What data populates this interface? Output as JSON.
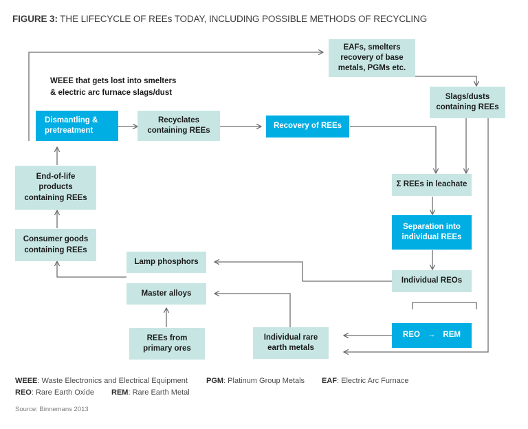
{
  "figure": {
    "number": "FIGURE 3:",
    "title": "THE LIFECYCLE OF REEs TODAY, INCLUDING POSSIBLE METHODS OF RECYCLING"
  },
  "colors": {
    "accent_blue": "#00aee4",
    "node_teal": "#c7e6e3",
    "connector_gray": "#6d6e71",
    "text_dark": "#1b1b1b"
  },
  "annotation": {
    "weee_note": "WEEE that gets lost into smelters\n& electric arc furnace slags/dust"
  },
  "nodes": {
    "dismantling": {
      "line1": "Dismantling &",
      "line2": "pretreatment"
    },
    "recyclates": {
      "line1": "Recyclates",
      "line2": "containing REEs"
    },
    "recovery": {
      "line1": "Recovery of REEs"
    },
    "eafs": {
      "line1": "EAFs, smelters",
      "line2": "recovery of base",
      "line3": "metals, PGMs etc."
    },
    "slags": {
      "line1": "Slags/dusts",
      "line2": "containing REEs"
    },
    "leachate": {
      "line1": "Σ REEs in leachate"
    },
    "separation": {
      "line1": "Separation into",
      "line2": "individual REEs"
    },
    "individual_reos": {
      "line1": "Individual REOs"
    },
    "reo_rem": {
      "left": "REO",
      "arrow": "→",
      "right": "REM"
    },
    "individual_rem": {
      "line1": "Individual rare",
      "line2": "earth metals"
    },
    "lamp_phosphors": {
      "line1": "Lamp phosphors"
    },
    "master_alloys": {
      "line1": "Master alloys"
    },
    "primary_ores": {
      "line1": "REEs from",
      "line2": "primary ores"
    },
    "end_of_life": {
      "line1": "End-of-life",
      "line2": "products",
      "line3": "containing REEs"
    },
    "consumer_goods": {
      "line1": "Consumer goods",
      "line2": "containing REEs"
    }
  },
  "legend": {
    "weee_abbr": "WEEE",
    "weee_def": ": Waste Electronics and Electrical Equipment",
    "pgm_abbr": "PGM",
    "pgm_def": ": Platinum Group Metals",
    "eaf_abbr": "EAF",
    "eaf_def": ": Electric Arc Furnace",
    "reo_abbr": "REO",
    "reo_def": ": Rare Earth Oxide",
    "rem_abbr": "REM",
    "rem_def": ": Rare Earth Metal"
  },
  "source": "Source: Binnemans 2013"
}
